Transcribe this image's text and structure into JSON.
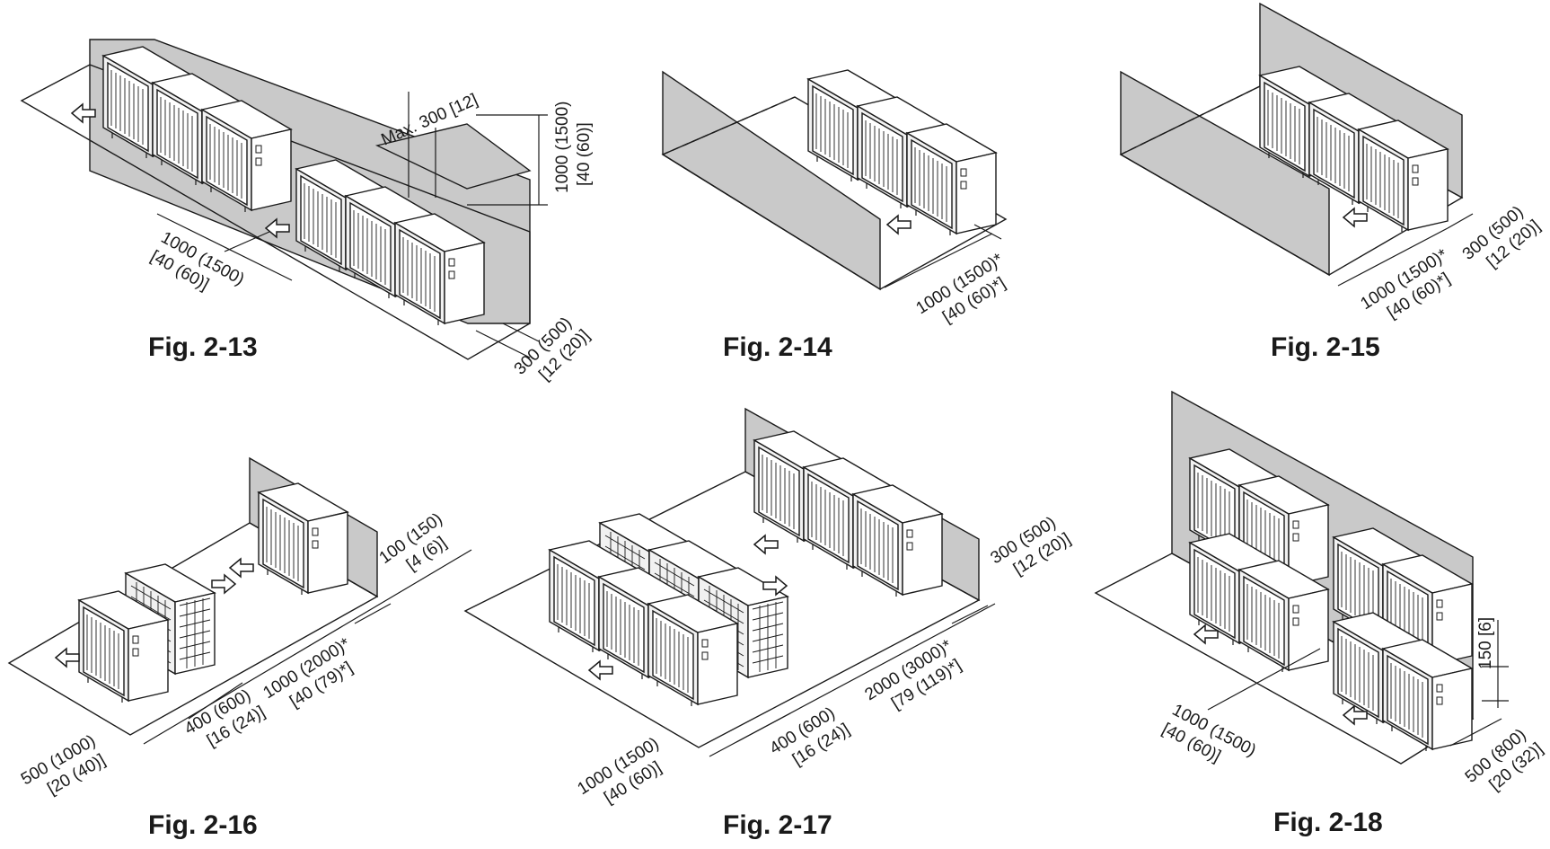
{
  "figures": [
    {
      "id": "fig-2-13",
      "caption": "Fig. 2-13",
      "dims": [
        {
          "key": "max",
          "lines": [
            "Max. 300 [12]"
          ]
        },
        {
          "key": "height",
          "lines": [
            "1000 (1500)",
            "[40 (60)]"
          ]
        },
        {
          "key": "gap",
          "lines": [
            "1000 (1500)",
            "[40 (60)]"
          ]
        },
        {
          "key": "rear",
          "lines": [
            "300 (500)",
            "[12 (20)]"
          ]
        }
      ]
    },
    {
      "id": "fig-2-14",
      "caption": "Fig. 2-14",
      "dims": [
        {
          "key": "front",
          "lines": [
            "1000 (1500)*",
            "[40 (60)*]"
          ]
        }
      ]
    },
    {
      "id": "fig-2-15",
      "caption": "Fig. 2-15",
      "dims": [
        {
          "key": "front",
          "lines": [
            "1000 (1500)*",
            "[40 (60)*]"
          ]
        },
        {
          "key": "rear",
          "lines": [
            "300 (500)",
            "[12 (20)]"
          ]
        }
      ]
    },
    {
      "id": "fig-2-16",
      "caption": "Fig. 2-16",
      "dims": [
        {
          "key": "rear",
          "lines": [
            "100 (150)",
            "[4 (6)]"
          ]
        },
        {
          "key": "front",
          "lines": [
            "1000 (2000)*",
            "[40 (79)*]"
          ]
        },
        {
          "key": "between",
          "lines": [
            "400 (600)",
            "[16 (24)]"
          ]
        },
        {
          "key": "side",
          "lines": [
            "500 (1000)",
            "[20 (40)]"
          ]
        }
      ]
    },
    {
      "id": "fig-2-17",
      "caption": "Fig. 2-17",
      "dims": [
        {
          "key": "rear",
          "lines": [
            "300 (500)",
            "[12 (20)]"
          ]
        },
        {
          "key": "front",
          "lines": [
            "2000 (3000)*",
            "[79 (119)*]"
          ]
        },
        {
          "key": "between",
          "lines": [
            "400 (600)",
            "[16 (24)]"
          ]
        },
        {
          "key": "side",
          "lines": [
            "1000 (1500)",
            "[40 (60)]"
          ]
        }
      ]
    },
    {
      "id": "fig-2-18",
      "caption": "Fig. 2-18",
      "dims": [
        {
          "key": "stack",
          "lines": [
            "150 [6]"
          ]
        },
        {
          "key": "gap",
          "lines": [
            "1000 (1500)",
            "[40 (60)]"
          ]
        },
        {
          "key": "rear",
          "lines": [
            "500 (800)",
            "[20 (32)]"
          ]
        }
      ]
    }
  ]
}
